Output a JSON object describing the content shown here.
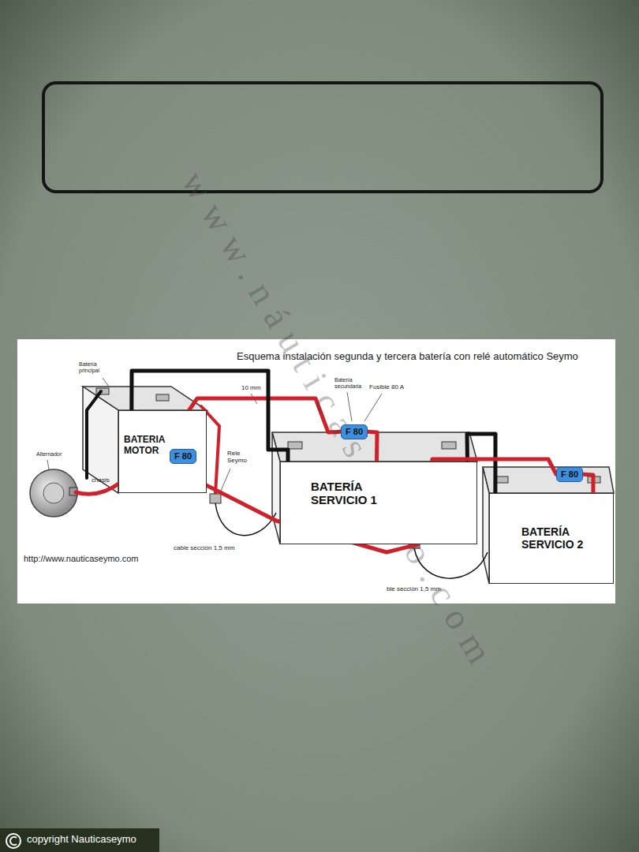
{
  "diagram": {
    "title": "Esquema instalación segunda y tercera batería con relé automático Seymo",
    "nodes": [
      {
        "text": [
          "BATERIA MOTOR"
        ]
      },
      {
        "text": [
          "F 80"
        ],
        "in": 0
      },
      {
        "text": [
          "BATERÍA SERVICIO 1"
        ]
      },
      {
        "text": [
          "F 80"
        ]
      },
      {
        "text": [
          "BATERÍA SERVICIO 2"
        ]
      },
      {
        "text": [
          "F 80"
        ]
      }
    ],
    "edges": [
      {
        "from": 0,
        "to": 3,
        "arrow": "none"
      },
      {
        "from": 3,
        "to": 2,
        "arrow": "none"
      },
      {
        "from": 0,
        "to": 2,
        "arrow": "none"
      },
      {
        "from": 2,
        "to": 4,
        "arrow": "none"
      },
      {
        "from": 1,
        "to": 5,
        "arrow": "none"
      },
      {
        "from": 5,
        "to": 4,
        "arrow": "none"
      }
    ],
    "labels": [
      "Batería principal",
      "10 mm",
      "Batería secundaria",
      "Fusible 80 A",
      "Alternador",
      "chasis",
      "Rele Seymo",
      "cable sección 1,5 mm",
      "Rele Seymo",
      "ble sección 1,5 mm",
      "http://www.nauticaseymo.com",
      "www.náuticaseymo.com",
      "copyright Nauticaseymo"
    ]
  }
}
